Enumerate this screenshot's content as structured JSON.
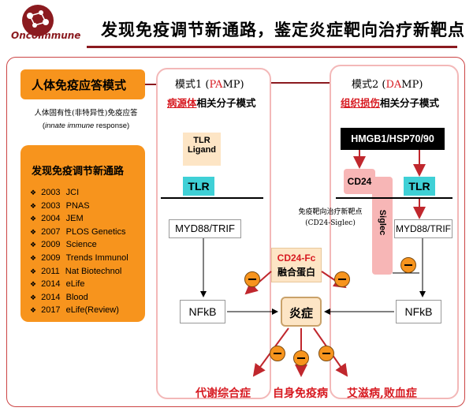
{
  "header": {
    "logo_text": "Oncoimmune",
    "title": "发现免疫调节新通路，鉴定炎症靶向治疗新靶点"
  },
  "left": {
    "response_title": "人体免疫应答模式",
    "innate_line1": "人体固有性(非特异性)免疫应答",
    "innate_italic": "innate immune",
    "innate_tail": " response)",
    "innate_open": "(",
    "discovery_title": "发现免疫调节新通路",
    "publications": [
      {
        "year": "2003",
        "journal": "JCI"
      },
      {
        "year": "2003",
        "journal": "PNAS"
      },
      {
        "year": "2004",
        "journal": "JEM"
      },
      {
        "year": "2007",
        "journal": "PLOS Genetics"
      },
      {
        "year": "2009",
        "journal": "Science"
      },
      {
        "year": "2009",
        "journal": "Trends Immunol"
      },
      {
        "year": "2011",
        "journal": "Nat Biotechnol"
      },
      {
        "year": "2014",
        "journal": "eLife"
      },
      {
        "year": "2014",
        "journal": "Blood"
      },
      {
        "year": "2017",
        "journal": "eLife(Review)"
      }
    ]
  },
  "mode1": {
    "title_prefix": "模式1 (",
    "title_red": "PA",
    "title_black": "MP)",
    "sub_red": "病源体",
    "sub_black": "相关分子模式",
    "ligand": "TLR\nLigand",
    "tlr": "TLR",
    "myd88": "MYD88/TRIF",
    "nfkb": "NFkB"
  },
  "mode2": {
    "title_prefix": "模式2 (",
    "title_red": "DA",
    "title_black": "MP)",
    "sub_red": "组织损伤",
    "sub_black": "相关分子模式",
    "hmgb": "HMGB1/HSP70/90",
    "cd24": "CD24",
    "siglec": "Siglec",
    "tlr": "TLR",
    "myd88": "MYD88/TRIF",
    "nfkb": "NFkB"
  },
  "center": {
    "target_line1": "免疫靶向治疗新靶点",
    "target_line2": "(CD24-Siglec)",
    "cd24fc_line1": "CD24-Fc",
    "cd24fc_line2": "融合蛋白",
    "inflammation": "炎症"
  },
  "outcomes": {
    "metabolic": "代谢综合症",
    "autoimmune": "自身免疫病",
    "aids_sepsis": "艾滋病,败血症"
  }
}
